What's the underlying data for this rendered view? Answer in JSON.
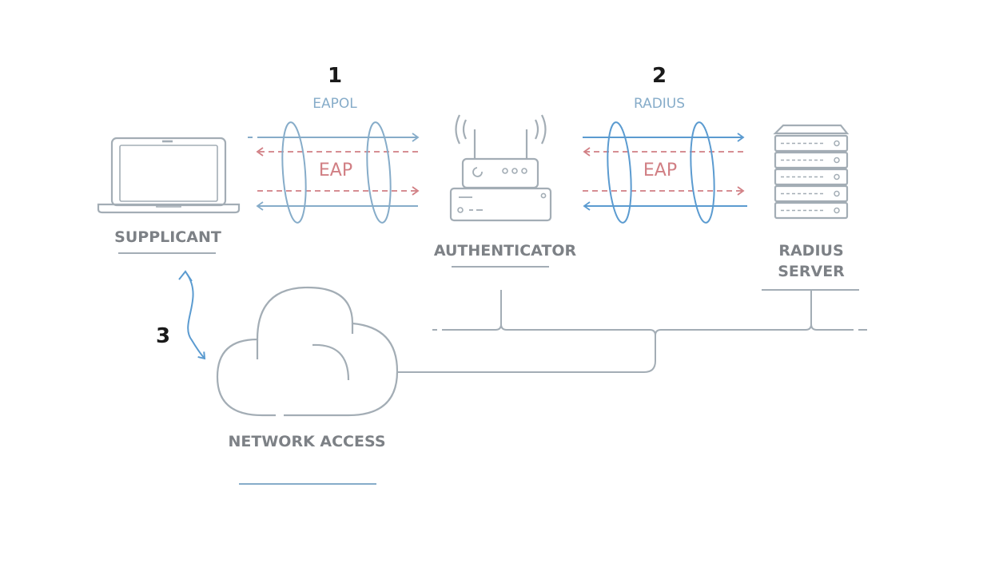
{
  "steps": [
    {
      "number": "1",
      "protocol": "EAPOL",
      "inner": "EAP"
    },
    {
      "number": "2",
      "protocol": "RADIUS",
      "inner": "EAP"
    },
    {
      "number": "3"
    }
  ],
  "nodes": {
    "supplicant": "SUPPLICANT",
    "authenticator": "AUTHENTICATOR",
    "radius_server": [
      "RADIUS",
      "SERVER"
    ],
    "network_access": "NETWORK ACCESS"
  },
  "colors": {
    "device_stroke": "#a3adb5",
    "eapol_blue": "#86acc9",
    "radius_blue": "#5b9bd0",
    "eap_red": "#d17f84",
    "label_gray": "#7d8186"
  },
  "icons": [
    "laptop-icon",
    "router-icon",
    "server-rack-icon",
    "cloud-icon"
  ]
}
